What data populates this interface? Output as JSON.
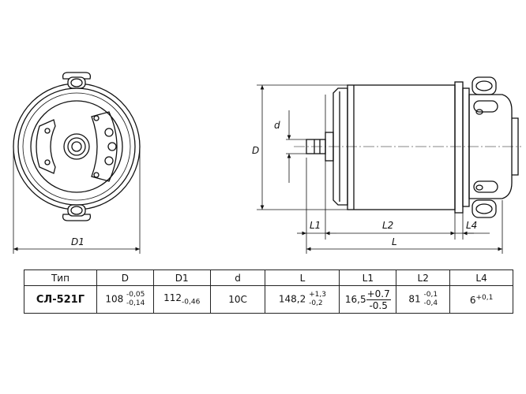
{
  "dimension_labels": {
    "D1": "D1",
    "D": "D",
    "d": "d",
    "L1": "L1",
    "L2": "L2",
    "L4": "L4",
    "L": "L"
  },
  "table": {
    "headers": [
      "Тип",
      "D",
      "D1",
      "d",
      "L",
      "L1",
      "L2",
      "L4"
    ],
    "row": {
      "type": "СЛ-521Г",
      "D": {
        "base": "108",
        "upper": "-0,05",
        "lower": "-0,14"
      },
      "D1": {
        "base": "112",
        "sub": "-0,46"
      },
      "d": "10С",
      "L": {
        "base": "148,2",
        "upper": "+1,3",
        "lower": "-0,2"
      },
      "L1": {
        "base": "16,5",
        "upper": "+0.7",
        "lower": "-0.5"
      },
      "L2": {
        "base": "81",
        "upper": "-0,1",
        "lower": "-0,4"
      },
      "L4": {
        "base": "6",
        "sup": "+0,1"
      }
    }
  }
}
